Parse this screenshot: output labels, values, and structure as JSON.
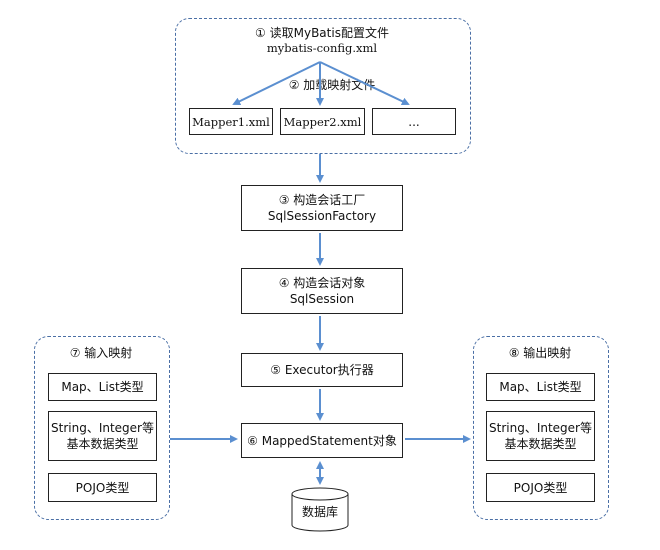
{
  "top": {
    "step1_label": "① 读取MyBatis配置文件",
    "config_file": "mybatis-config.xml",
    "step2_label": "② 加载映射文件",
    "mappers": [
      "Mapper1.xml",
      "Mapper2.xml",
      "..."
    ]
  },
  "steps": {
    "s3_title": "③ 构造会话工厂",
    "s3_sub": "SqlSessionFactory",
    "s4_title": "④ 构造会话对象",
    "s4_sub": "SqlSession",
    "s5": "⑤ Executor执行器",
    "s6": "⑥ MappedStatement对象"
  },
  "database": "数据库",
  "input_panel": {
    "title": "⑦ 输入映射",
    "items": [
      "Map、List类型",
      "String、Integer等\n基本数据类型",
      "POJO类型"
    ]
  },
  "output_panel": {
    "title": "⑧ 输出映射",
    "items": [
      "Map、List类型",
      "String、Integer等\n基本数据类型",
      "POJO类型"
    ]
  },
  "colors": {
    "arrow": "#5b8fd0",
    "border": "#222222",
    "dashed": "#4a6fa5"
  }
}
